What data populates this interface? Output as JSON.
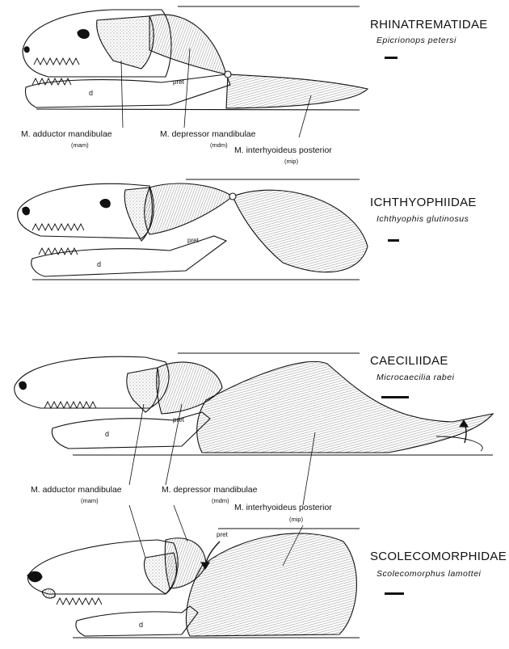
{
  "panels": [
    {
      "family": "RHINATREMATIDAE",
      "species": "Epicrionops petersi"
    },
    {
      "family": "ICHTHYOPHIIDAE",
      "species": "Ichthyophis glutinosus"
    },
    {
      "family": "CAECILIIDAE",
      "species": "Microcaecilia rabei"
    },
    {
      "family": "SCOLECOMORPHIDAE",
      "species": "Scolecomorphus lamottei"
    }
  ],
  "muscles": {
    "mam": {
      "name": "M. adductor mandibulae",
      "abbr": "(mam)"
    },
    "mdm": {
      "name": "M. depressor mandibulae",
      "abbr": "(mdm)"
    },
    "mip": {
      "name": "M. interhyoideus posterior",
      "abbr": "(mip)"
    }
  },
  "bone_labels": {
    "dentary": "d",
    "pretrematic": "pret"
  }
}
